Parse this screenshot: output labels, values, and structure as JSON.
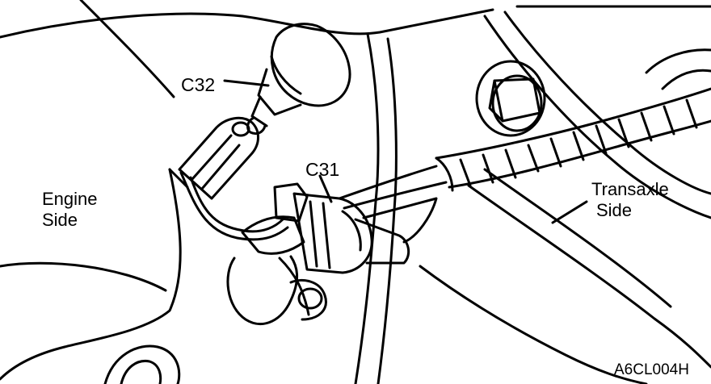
{
  "labels": {
    "c32": "C32",
    "c31": "C31",
    "engine_side_line1": "Engine",
    "engine_side_line2": "Side",
    "transaxle_side_line1": "Transaxle",
    "transaxle_side_line2": "Side",
    "figure_code": "A6CL004H"
  },
  "colors": {
    "ink": "#000000",
    "paper": "#ffffff"
  }
}
